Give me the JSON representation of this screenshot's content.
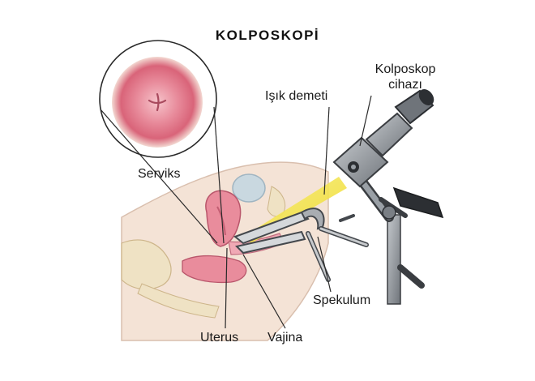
{
  "title": "KOLPOSKOPİ",
  "labels": {
    "device_line1": "Kolposkop",
    "device_line2": "cihazı",
    "light_beam": "Işık demeti",
    "cervix": "Serviks",
    "speculum": "Spekulum",
    "uterus": "Uterus",
    "vagina": "Vajina"
  },
  "colors": {
    "skin": "#f4e3d6",
    "tissue_pink": "#e98c9c",
    "bladder": "#c9d8e0",
    "bone": "#efe2c4",
    "light": "#f4e54a",
    "metal": "#8a8e93",
    "metal_dark": "#2c2f33"
  }
}
